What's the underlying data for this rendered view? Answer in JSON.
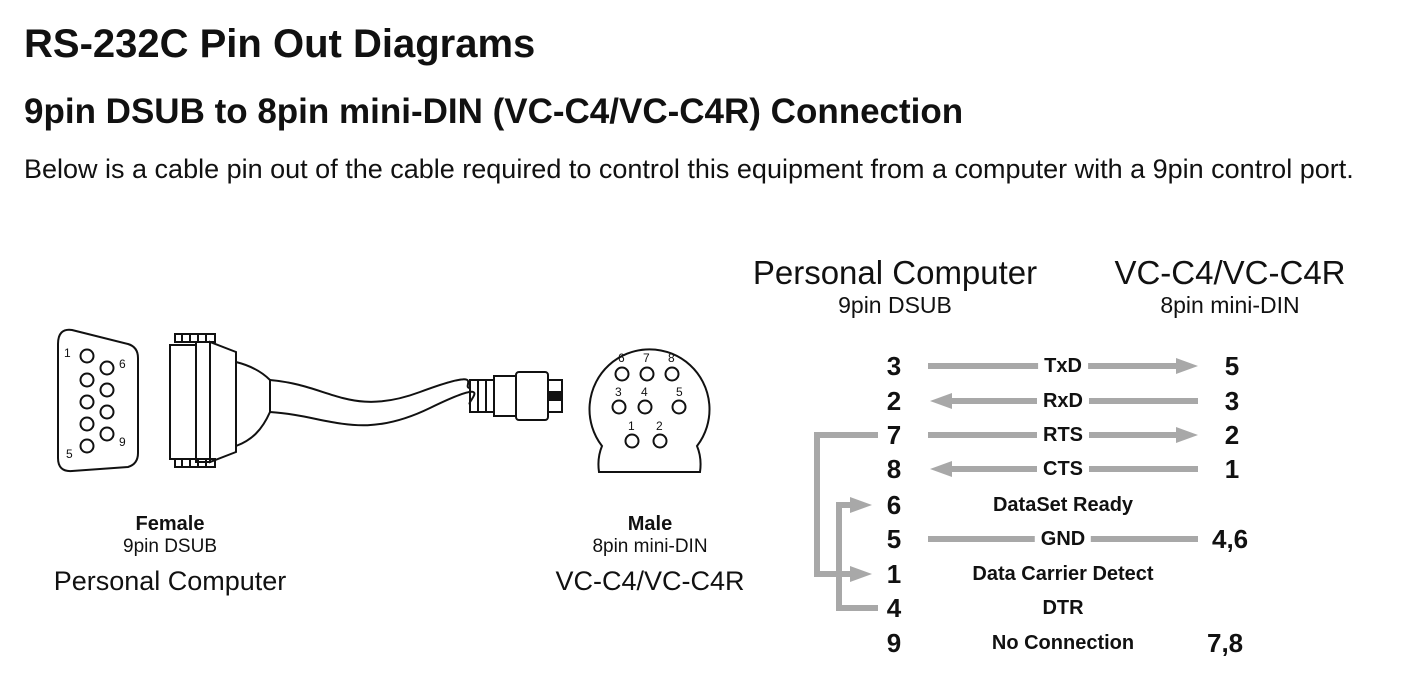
{
  "page": {
    "title": "RS-232C Pin Out Diagrams",
    "subtitle": "9pin DSUB to 8pin mini-DIN (VC-C4/VC-C4R) Connection",
    "intro": "Below is a cable pin out of the cable required to control this equipment from a computer with a 9pin control port."
  },
  "connectors": {
    "female": {
      "gender": "Female",
      "type": "9pin DSUB",
      "device": "Personal Computer",
      "pin_labels": [
        "1",
        "6",
        "5",
        "9"
      ]
    },
    "male": {
      "gender": "Male",
      "type": "8pin mini-DIN",
      "device": "VC-C4/VC-C4R",
      "pin_labels": [
        "6",
        "7",
        "8",
        "3",
        "4",
        "5",
        "1",
        "2"
      ]
    }
  },
  "wiring": {
    "left_header": {
      "device": "Personal Computer",
      "type": "9pin DSUB"
    },
    "right_header": {
      "device": "VC-C4/VC-C4R",
      "type": "8pin mini-DIN"
    },
    "rows": [
      {
        "left": "3",
        "signal": "TxD",
        "right": "5",
        "arrow": "right"
      },
      {
        "left": "2",
        "signal": "RxD",
        "right": "3",
        "arrow": "left"
      },
      {
        "left": "7",
        "signal": "RTS",
        "right": "2",
        "arrow": "right"
      },
      {
        "left": "8",
        "signal": "CTS",
        "right": "1",
        "arrow": "left"
      },
      {
        "left": "6",
        "signal": "DataSet Ready",
        "right": "",
        "arrow": "none"
      },
      {
        "left": "5",
        "signal": "GND",
        "right": "4,6",
        "arrow": "line"
      },
      {
        "left": "1",
        "signal": "Data Carrier Detect",
        "right": "",
        "arrow": "none"
      },
      {
        "left": "4",
        "signal": "DTR",
        "right": "",
        "arrow": "none"
      },
      {
        "left": "9",
        "signal": "No Connection",
        "right": "7,8",
        "arrow": "none"
      }
    ]
  },
  "colors": {
    "wire": "#a8a8a8",
    "text": "#111111"
  }
}
